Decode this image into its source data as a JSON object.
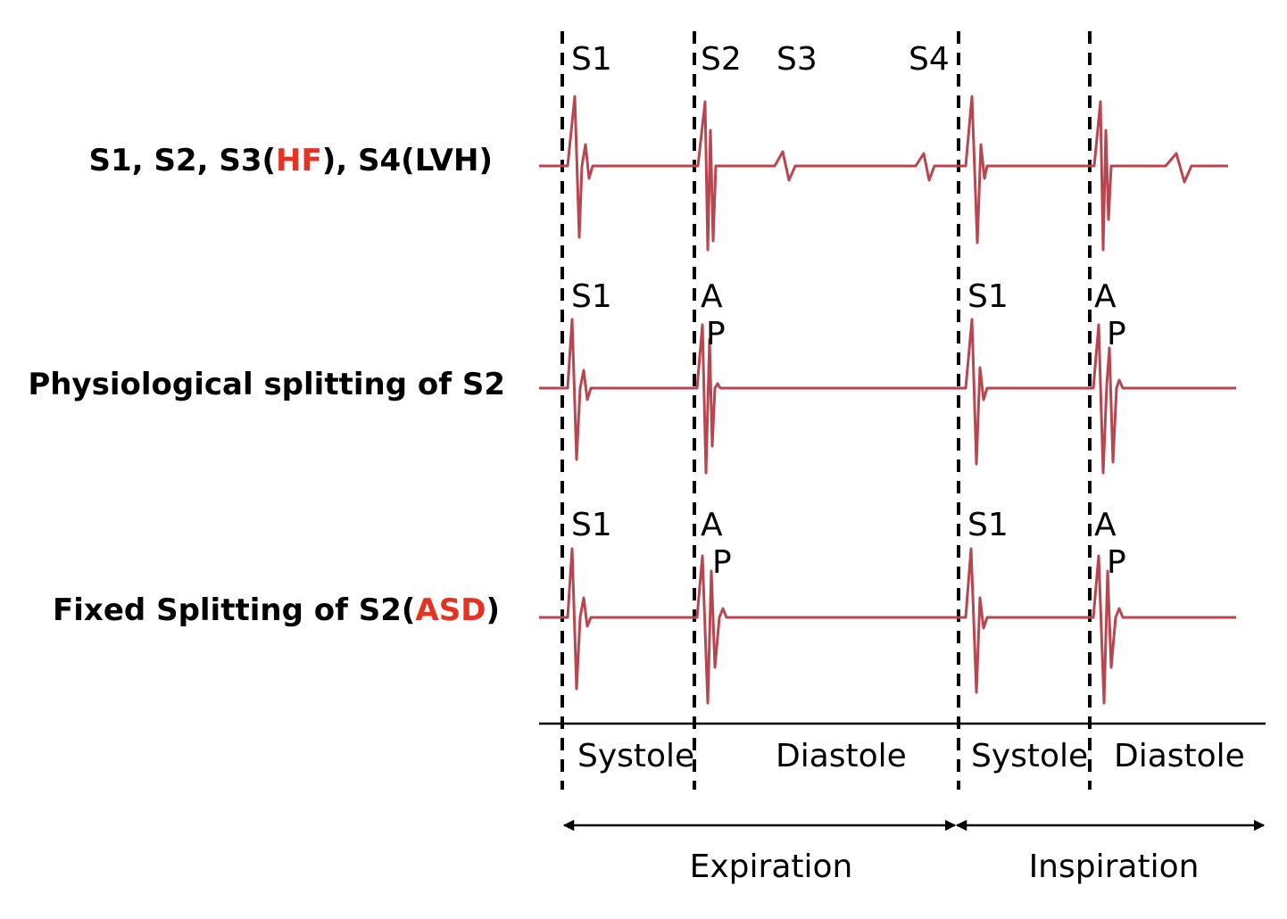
{
  "rows": [
    {
      "label_parts": [
        {
          "text": "S1, S2, S3(",
          "highlight": false
        },
        {
          "text": "HF",
          "highlight": true
        },
        {
          "text": "), S4(LVH)",
          "highlight": false
        }
      ],
      "sound_labels": [
        "S1",
        "S2",
        "S3",
        "S4"
      ]
    },
    {
      "label_parts": [
        {
          "text": "Physiological splitting of S2",
          "highlight": false
        }
      ],
      "sound_labels": [
        "S1",
        "A",
        "P",
        "S1",
        "A",
        "P"
      ]
    },
    {
      "label_parts": [
        {
          "text": "Fixed Splitting of S2(",
          "highlight": false
        },
        {
          "text": "ASD",
          "highlight": true
        },
        {
          "text": ")",
          "highlight": false
        }
      ],
      "sound_labels": [
        "S1",
        "A",
        "P",
        "S1",
        "A",
        "P"
      ]
    }
  ],
  "phases": [
    "Systole",
    "Diastole",
    "Systole",
    "Diastole"
  ],
  "respiration": [
    "Expiration",
    "Inspiration"
  ],
  "colors": {
    "trace": "#b84650",
    "highlight": "#e53322"
  }
}
